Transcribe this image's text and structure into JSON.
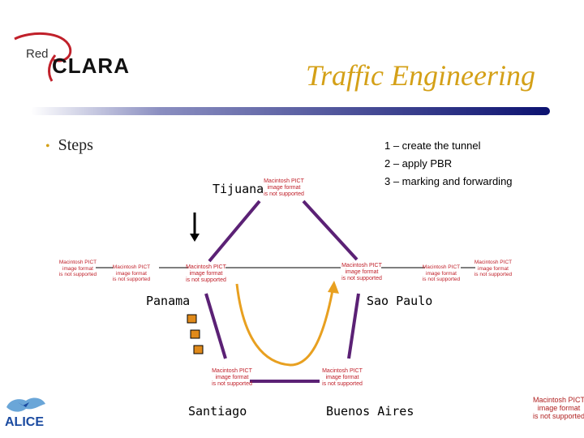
{
  "logo": {
    "red": "Red",
    "clara": "CLARA"
  },
  "title": "Traffic Engineering",
  "bullet": "Steps",
  "steps": [
    "1 – create the tunnel",
    "2 – apply PBR",
    "3 – marking and forwarding"
  ],
  "cities": {
    "tijuana": "Tijuana",
    "panama": "Panama",
    "sao_paulo": "Sao Paulo",
    "santiago": "Santiago",
    "buenos_aires": "Buenos Aires"
  },
  "pict_placeholder": {
    "line1": "Macintosh PICT",
    "line2": "image format",
    "line3": "is not supported"
  },
  "alice": {
    "name": "ALICE"
  },
  "colors": {
    "title": "#d4a017",
    "tunnel_links": "#5b2175",
    "pbr_path": "#e8a020",
    "packets": "#e08a1a",
    "placeholder_text": "#c0202a"
  }
}
